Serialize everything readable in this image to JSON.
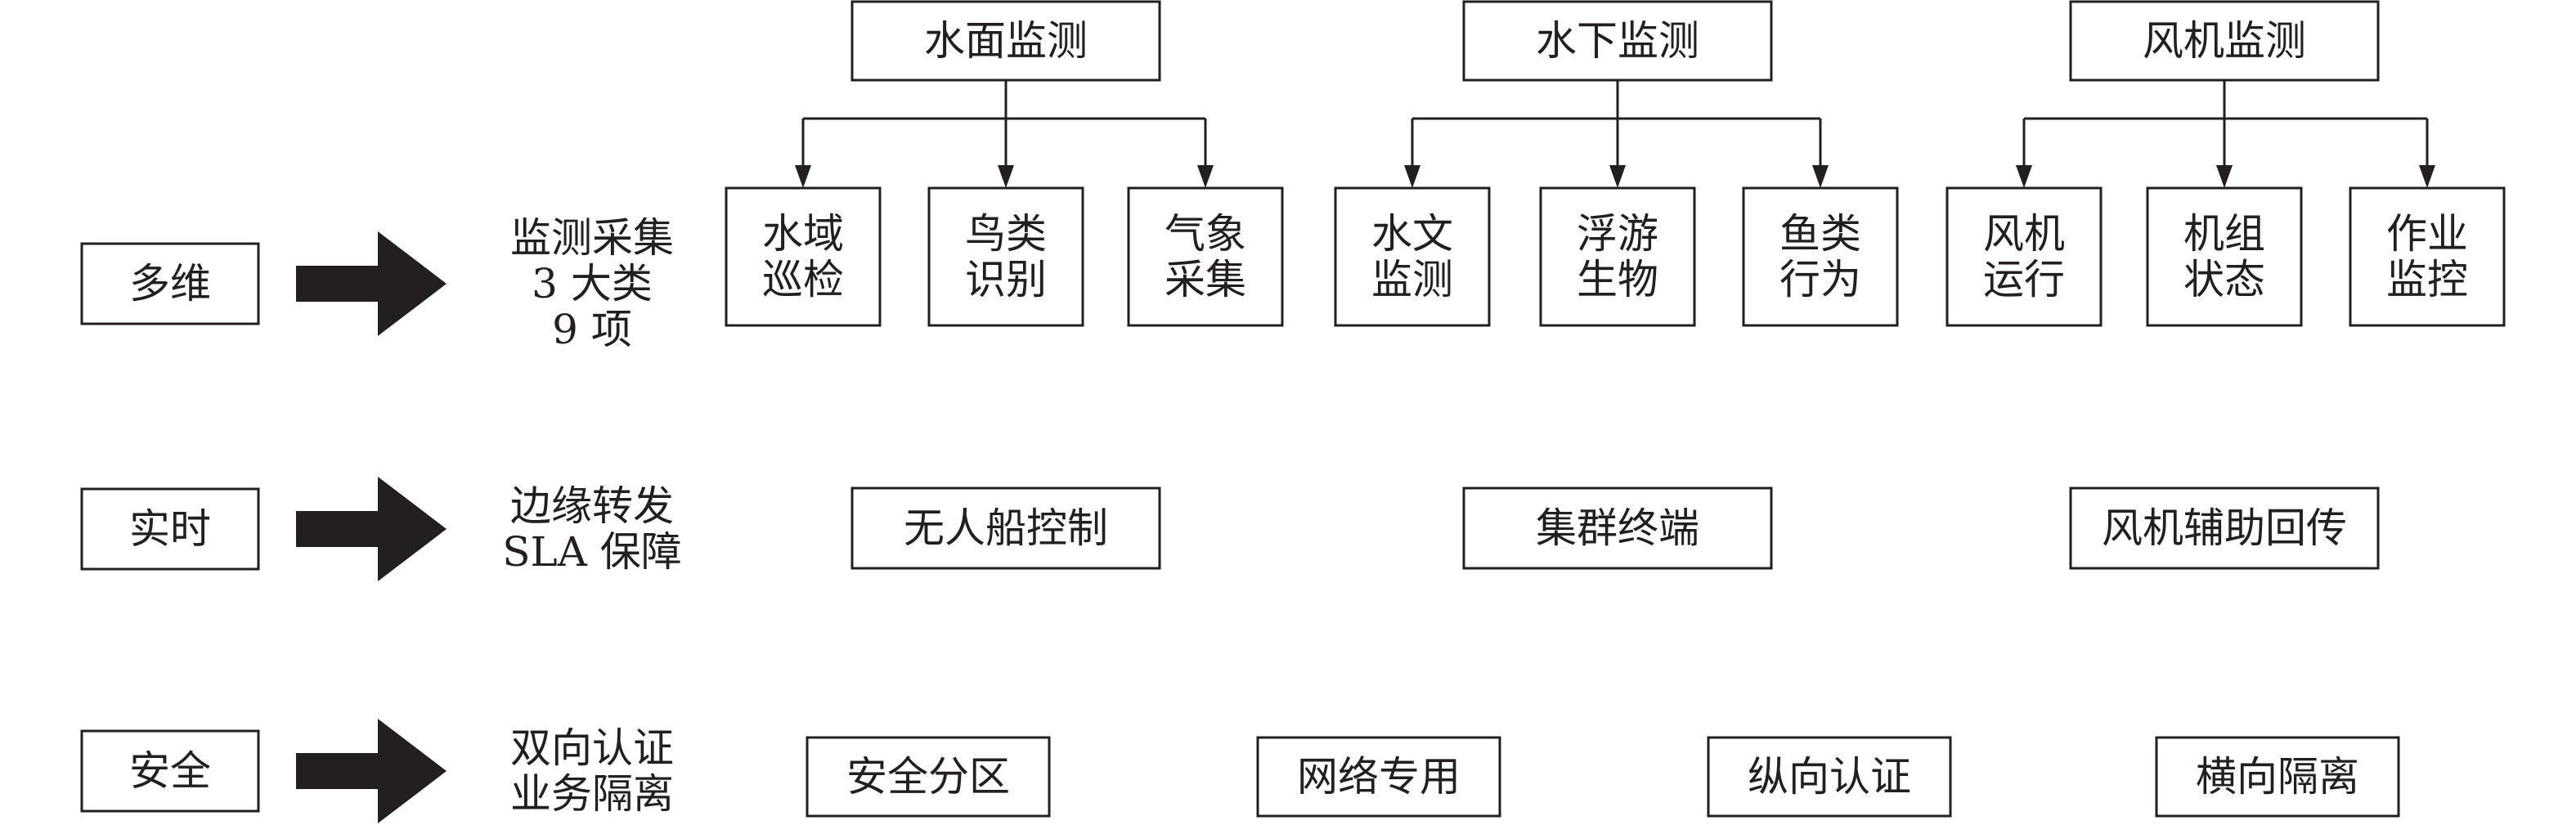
{
  "rows": [
    {
      "label": "多维",
      "desc": [
        "监测采集",
        "3 大类",
        "9 项"
      ]
    },
    {
      "label": "实时",
      "desc": [
        "边缘转发",
        "SLA 保障"
      ]
    },
    {
      "label": "安全",
      "desc": [
        "双向认证",
        "业务隔离"
      ]
    }
  ],
  "monitoring_groups": [
    {
      "title": "水面监测",
      "items": [
        [
          "水域",
          "巡检"
        ],
        [
          "鸟类",
          "识别"
        ],
        [
          "气象",
          "采集"
        ]
      ]
    },
    {
      "title": "水下监测",
      "items": [
        [
          "水文",
          "监测"
        ],
        [
          "浮游",
          "生物"
        ],
        [
          "鱼类",
          "行为"
        ]
      ]
    },
    {
      "title": "风机监测",
      "items": [
        [
          "风机",
          "运行"
        ],
        [
          "机组",
          "状态"
        ],
        [
          "作业",
          "监控"
        ]
      ]
    }
  ],
  "realtime_items": [
    "无人船控制",
    "集群终端",
    "风机辅助回传"
  ],
  "security_items": [
    "安全分区",
    "网络专用",
    "纵向认证",
    "横向隔离"
  ]
}
